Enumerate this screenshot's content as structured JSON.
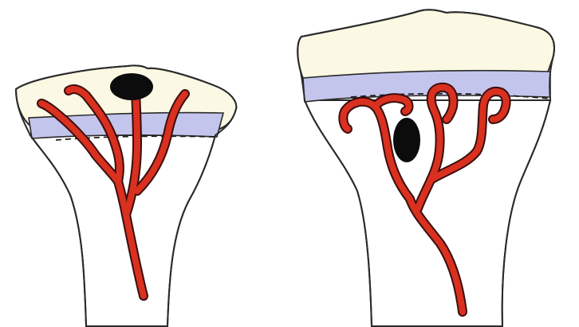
{
  "colors": {
    "epiphysis": "#fbf8e3",
    "growth_plate": "#c4c5ec",
    "vessel": "#d9301f",
    "lesion": "#0c0c0c",
    "outline": "#2a2a2a",
    "background": "#ffffff"
  },
  "figure": {
    "panels": [
      {
        "name": "left-bone",
        "lesion_location": "epiphysis"
      },
      {
        "name": "right-bone",
        "lesion_location": "metaphysis"
      }
    ]
  }
}
